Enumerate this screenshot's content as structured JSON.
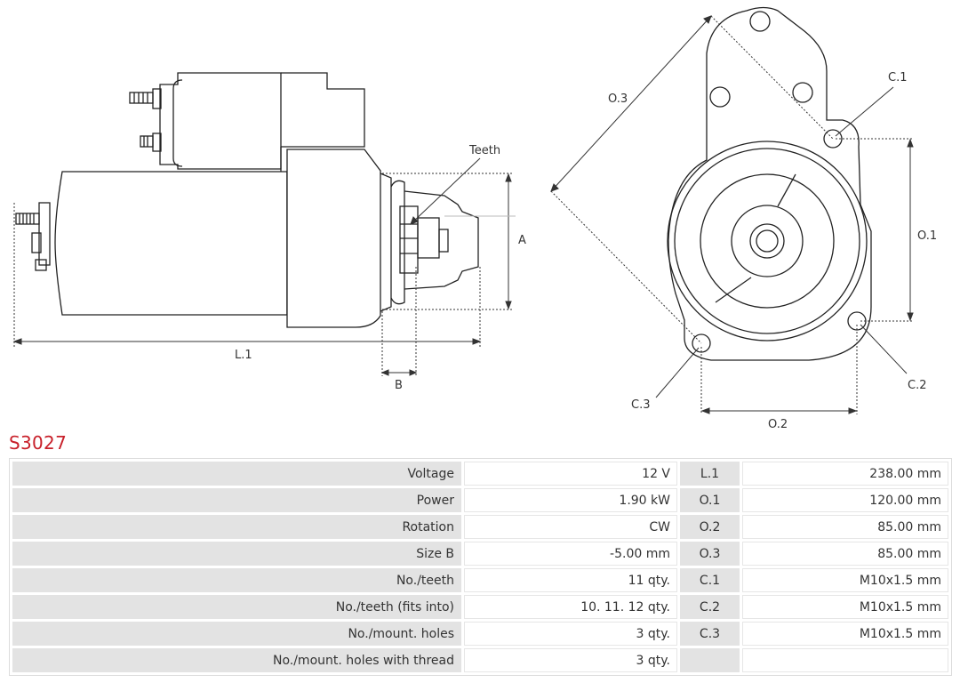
{
  "drawing": {
    "labels": {
      "teeth": "Teeth",
      "a": "A",
      "b": "B",
      "l1": "L.1",
      "o1": "O.1",
      "o2": "O.2",
      "o3": "O.3",
      "c1": "C.1",
      "c2": "C.2",
      "c3": "C.3"
    }
  },
  "product": {
    "code": "S3027"
  },
  "specs": [
    {
      "label": "Voltage",
      "value": "12 V",
      "code": "L.1",
      "dim": "238.00 mm"
    },
    {
      "label": "Power",
      "value": "1.90 kW",
      "code": "O.1",
      "dim": "120.00 mm"
    },
    {
      "label": "Rotation",
      "value": "CW",
      "code": "O.2",
      "dim": "85.00 mm"
    },
    {
      "label": "Size B",
      "value": "-5.00 mm",
      "code": "O.3",
      "dim": "85.00 mm"
    },
    {
      "label": "No./teeth",
      "value": "11 qty.",
      "code": "C.1",
      "dim": "M10x1.5 mm"
    },
    {
      "label": "No./teeth (fits into)",
      "value": "10. 11. 12 qty.",
      "code": "C.2",
      "dim": "M10x1.5 mm"
    },
    {
      "label": "No./mount. holes",
      "value": "3 qty.",
      "code": "C.3",
      "dim": "M10x1.5 mm"
    },
    {
      "label": "No./mount. holes with thread",
      "value": "3 qty.",
      "code": "",
      "dim": ""
    }
  ]
}
